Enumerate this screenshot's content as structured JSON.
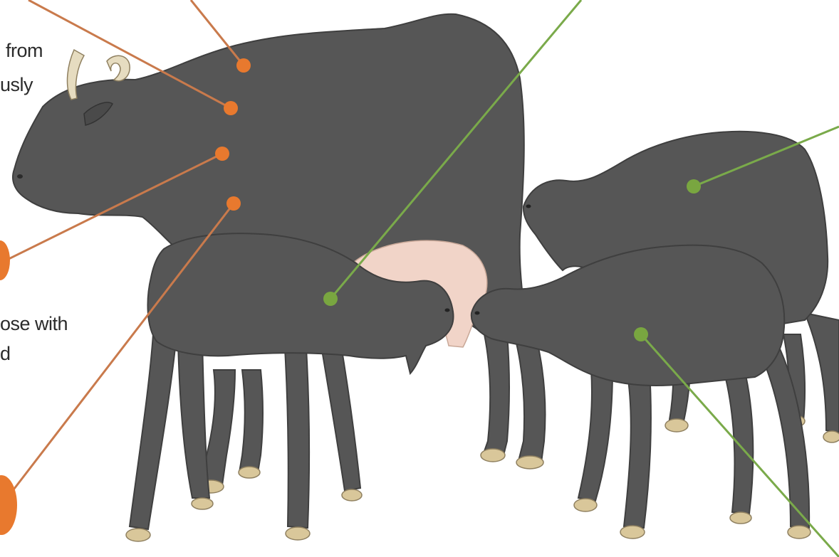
{
  "text_fragments": {
    "top_left_line1": "from",
    "top_left_line2": "usly",
    "middle_left_line1": "ose with",
    "middle_left_line2": "d"
  },
  "colors": {
    "animal_body": "#565656",
    "animal_outline": "#3f3f3f",
    "udder": "#f1d4c8",
    "hoof": "#d9c79a",
    "horn": "#e6dcc0",
    "orange_callout": "#e8792e",
    "orange_line": "#c97a4c",
    "green_callout": "#79a640",
    "green_line": "#7aaa4a"
  },
  "icons": [
    "adult-buffalo-icon",
    "suckling-calf-icon",
    "calf-icon"
  ]
}
